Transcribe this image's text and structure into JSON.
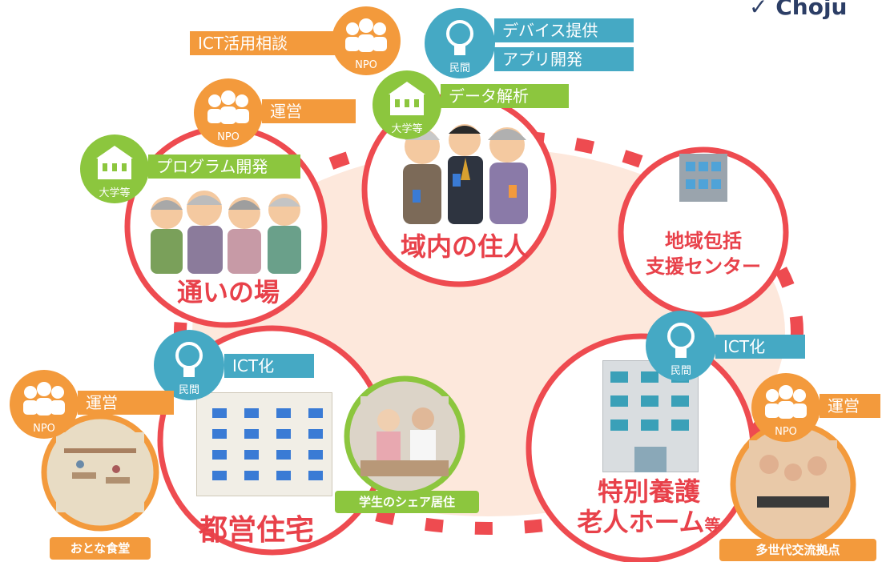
{
  "header": {
    "brand_text": "Choju"
  },
  "colors": {
    "ring": "#ee4b50",
    "orange": "#f39a3c",
    "green": "#8cc63e",
    "teal": "#45a9c4",
    "center_fill": "#fde8dc"
  },
  "nodes": {
    "residents": {
      "title": "域内の住人"
    },
    "kayoi": {
      "title": "通いの場"
    },
    "houkatsu": {
      "title_line1": "地域包括",
      "title_line2": "支援センター"
    },
    "toei": {
      "title": "都営住宅"
    },
    "tokuyou": {
      "title_line1": "特別養護",
      "title_line2_main": "老人ホーム",
      "title_line2_suffix": "等"
    },
    "otona": {
      "label": "おとな食堂"
    },
    "share": {
      "label": "学生のシェア居住"
    },
    "tasedai": {
      "label": "多世代交流拠点"
    }
  },
  "actors": {
    "npo": "NPO",
    "private": "民間",
    "university": "大学等"
  },
  "roles": {
    "ict_consult": "ICT活用相談",
    "device": "デバイス提供",
    "app": "アプリ開発",
    "data_analysis": "データ解析",
    "operation_kayoi": "運営",
    "program_dev": "プログラム開発",
    "ict_toei": "ICT化",
    "operation_otona": "運営",
    "ict_tokuyou": "ICT化",
    "operation_tasedai": "運営"
  }
}
